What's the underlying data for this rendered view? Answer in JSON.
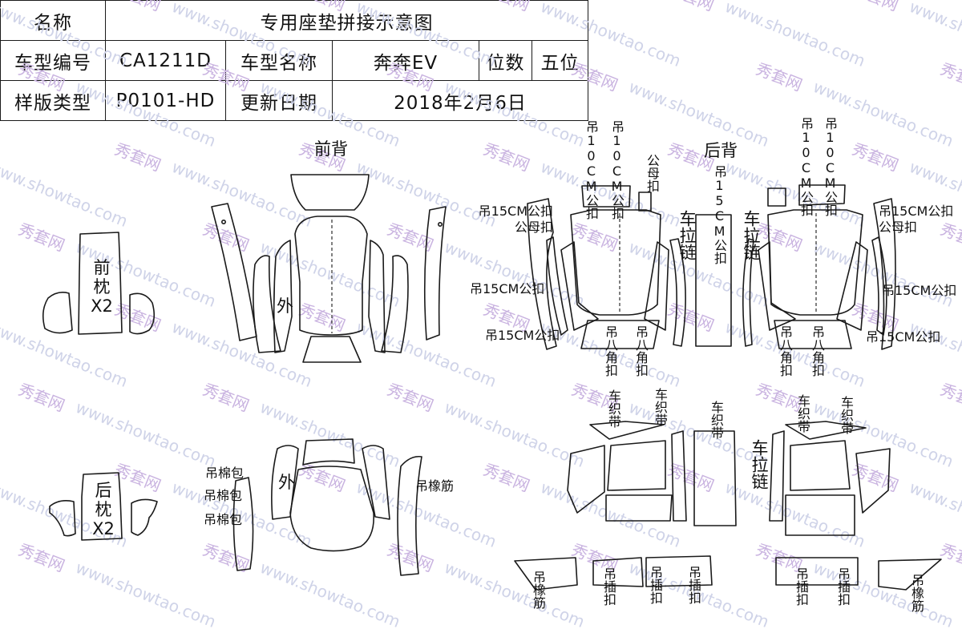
{
  "header": {
    "row1": {
      "name_label": "名称",
      "name_value": "专用座垫拼接示意图"
    },
    "row2": {
      "model_code_label": "车型编号",
      "model_code": "CA1211D",
      "model_name_label": "车型名称",
      "model_name": "奔奔EV",
      "seats_label": "位数",
      "seats_value": "五位"
    },
    "row3": {
      "template_type_label": "样版类型",
      "template_type": "P0101-HD",
      "update_date_label": "更新日期",
      "update_date": "2018年2月6日"
    }
  },
  "sections": {
    "front_back": "前背",
    "rear_back": "后背"
  },
  "labels": {
    "front_pillow": "前枕X2",
    "rear_pillow": "后枕X2",
    "outer_top": "外",
    "outer_bottom": "外",
    "hang_10cm_male": "吊10CM公扣",
    "male_female_buckle": "公母扣",
    "hang_15cm_male": "吊15CM公扣",
    "hang_15cm_male_female": "吊15CM公扣公母扣",
    "car_zipper": "车拉链",
    "hang_octagon": "吊八角扣",
    "car_webbing": "车织带",
    "hang_cotton_bag": "吊棉包",
    "hang_rubber_band": "吊橡筋",
    "hang_insert_buckle": "吊插扣"
  },
  "watermark": {
    "cn": "秀套网",
    "en": "www.showtao.com"
  }
}
